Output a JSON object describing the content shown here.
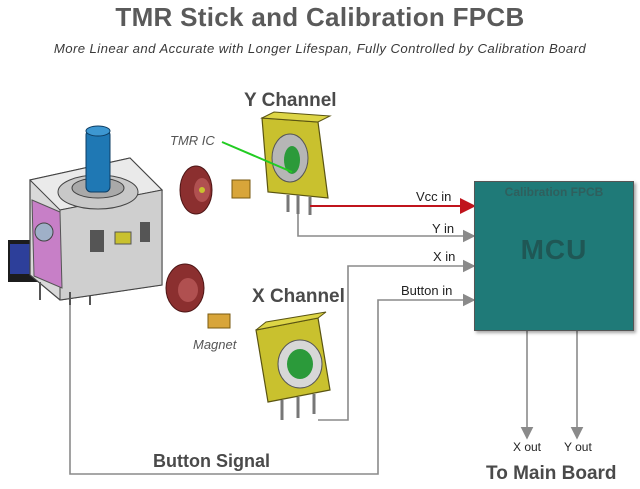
{
  "title": "TMR Stick and Calibration FPCB",
  "subtitle": "More Linear and Accurate with Longer Lifespan, Fully Controlled by Calibration Board",
  "labels": {
    "y_channel": "Y Channel",
    "x_channel": "X Channel",
    "tmr_ic": "TMR IC",
    "magnet": "Magnet",
    "button_signal": "Button Signal",
    "to_main_board": "To Main Board"
  },
  "board": {
    "title": "Calibration FPCB",
    "chip": "MCU"
  },
  "signals": {
    "vcc_in": "Vcc in",
    "y_in": "Y in",
    "x_in": "X in",
    "button_in": "Button in",
    "x_out": "X out",
    "y_out": "Y out"
  },
  "colors": {
    "board": "#1f7a78",
    "vcc_line": "#c0141c",
    "signal_line": "#8a8a8a",
    "tmr_pointer": "#22cc22",
    "sensor_housing": "#c9c12e",
    "rotor": "#8b2f2f",
    "magnet": "#d8a53a",
    "stick_cap": "#1f78b4",
    "side_plate": "#c77fc7"
  }
}
